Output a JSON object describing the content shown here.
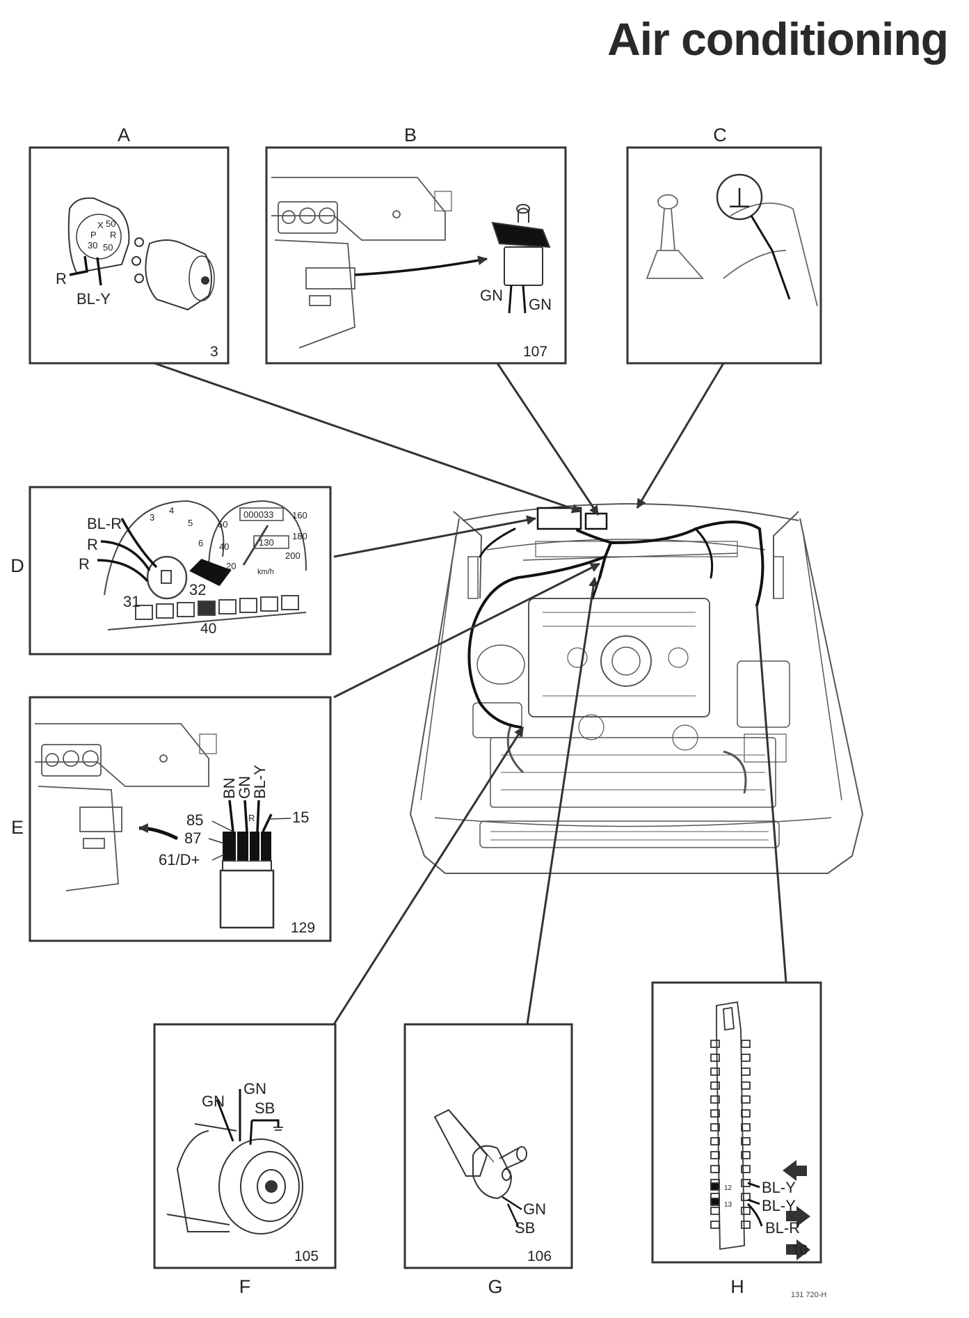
{
  "title": "Air conditioning",
  "drawing_code": "131 720-H",
  "panels": {
    "A": {
      "letter": "A",
      "number": "3",
      "wires": [
        "R",
        "BL-Y"
      ],
      "terminals": [
        "X",
        "50",
        "P",
        "R",
        "30",
        "50"
      ]
    },
    "B": {
      "letter": "B",
      "number": "107",
      "wires": [
        "GN",
        "GN"
      ]
    },
    "C": {
      "letter": "C",
      "symbol": "⊥"
    },
    "D": {
      "letter": "D",
      "number": "40",
      "wires": [
        "BL-R",
        "R",
        "R"
      ],
      "pins": [
        "31",
        "32"
      ],
      "tacho": [
        "3",
        "4",
        "5",
        "6"
      ],
      "speedo": [
        "60",
        "40",
        "20",
        "160",
        "180",
        "200"
      ],
      "odometer": "000033",
      "trip": "130",
      "unit": "km/h"
    },
    "E": {
      "letter": "E",
      "number": "129",
      "wires": [
        "BN",
        "GN",
        "BL-Y",
        "R"
      ],
      "terminals": [
        "85",
        "87",
        "61/D+",
        "15"
      ]
    },
    "F": {
      "letter": "F",
      "number": "105",
      "wires": [
        "GN",
        "GN",
        "SB"
      ]
    },
    "G": {
      "letter": "G",
      "number": "106",
      "wires": [
        "GN",
        "SB"
      ]
    },
    "H": {
      "letter": "H",
      "number": "10",
      "wires": [
        "BL-Y",
        "BL-Y",
        "BL-R"
      ],
      "pins": [
        "12",
        "13"
      ]
    }
  }
}
